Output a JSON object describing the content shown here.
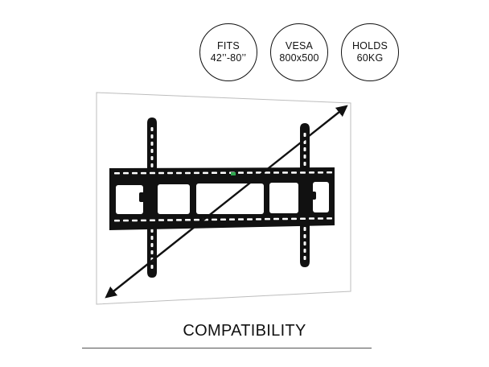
{
  "badges": {
    "fits": {
      "line1": "FITS",
      "line2": "42’’-80’’"
    },
    "vesa": {
      "line1": "VESA",
      "line2": "800x500"
    },
    "holds": {
      "line1": "HOLDS",
      "line2": "60KG"
    }
  },
  "illustration": {
    "subject": "tilting-tv-wall-mount-bracket",
    "bracket_color": "#111111",
    "level_indicator_color": "#2fa84f",
    "panel_color": "#ffffff",
    "panel_border_color": "#bbbbbb"
  },
  "heading": "COMPATIBILITY"
}
